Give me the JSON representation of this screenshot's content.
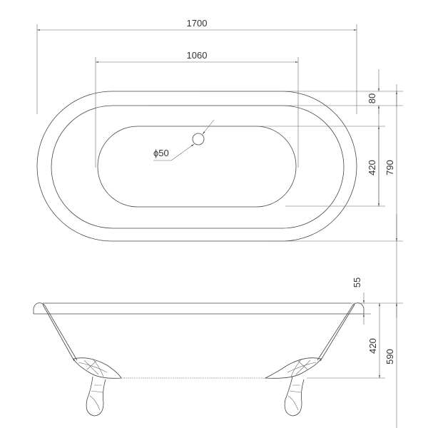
{
  "drawing": {
    "dimensions": {
      "overall_length": "1700",
      "inner_length": "1060",
      "rim_width": "80",
      "inner_width": "420",
      "overall_width": "790",
      "drain_diameter": "ϕ50",
      "rim_height": "55",
      "tub_depth": "420",
      "overall_height": "590"
    },
    "line_color": "#444444"
  }
}
